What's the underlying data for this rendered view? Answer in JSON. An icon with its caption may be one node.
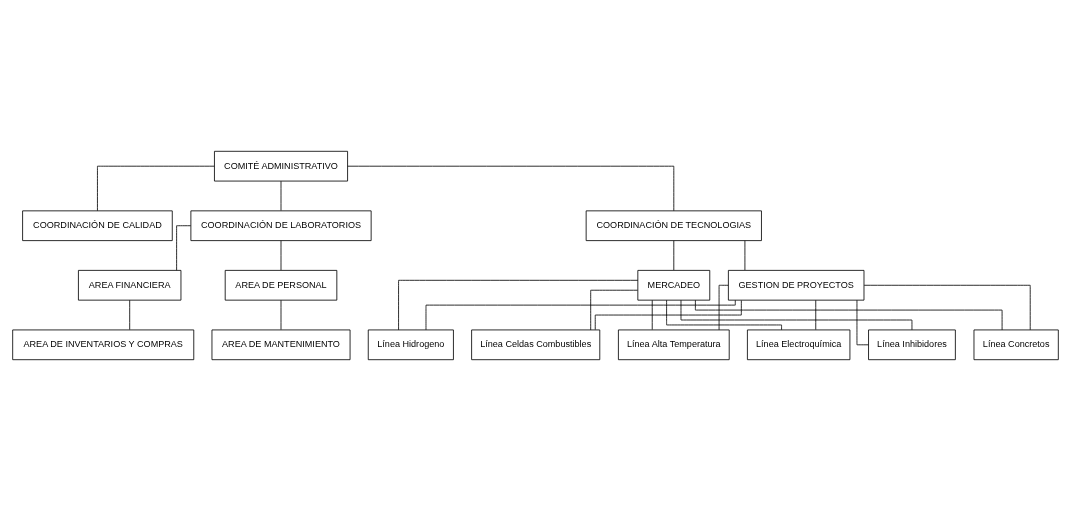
{
  "diagram": {
    "nodes": [
      {
        "text": [
          "COMITÉ ADMINISTRATIVO"
        ]
      },
      {
        "text": [
          "COORDINACIÓN DE CALIDAD"
        ]
      },
      {
        "text": [
          "COORDINACIÓN DE LABORATORIOS"
        ]
      },
      {
        "text": [
          "COORDINACIÓN DE TECNOLOGIAS"
        ]
      },
      {
        "text": [
          "AREA FINANCIERA"
        ]
      },
      {
        "text": [
          "AREA DE PERSONAL"
        ]
      },
      {
        "text": [
          "MERCADEO"
        ]
      },
      {
        "text": [
          "GESTION DE PROYECTOS"
        ]
      },
      {
        "text": [
          "AREA DE INVENTARIOS Y COMPRAS"
        ]
      },
      {
        "text": [
          "AREA DE MANTENIMIENTO"
        ]
      },
      {
        "text": [
          "Línea Hidrogeno"
        ]
      },
      {
        "text": [
          "Línea Celdas Combustibles"
        ]
      },
      {
        "text": [
          "Línea Alta Temperatura"
        ]
      },
      {
        "text": [
          "Línea Electroquímica"
        ]
      },
      {
        "text": [
          "Línea Inhibidores"
        ]
      },
      {
        "text": [
          "Línea Concretos"
        ]
      }
    ],
    "edges": [
      {
        "from": 0,
        "to": 1,
        "arrow": "none"
      },
      {
        "from": 0,
        "to": 2,
        "arrow": "none"
      },
      {
        "from": 0,
        "to": 3,
        "arrow": "none"
      },
      {
        "from": 2,
        "to": 4,
        "arrow": "none"
      },
      {
        "from": 2,
        "to": 5,
        "arrow": "none"
      },
      {
        "from": 3,
        "to": 6,
        "arrow": "none"
      },
      {
        "from": 3,
        "to": 7,
        "arrow": "none"
      },
      {
        "from": 4,
        "to": 8,
        "arrow": "none"
      },
      {
        "from": 5,
        "to": 9,
        "arrow": "none"
      },
      {
        "from": 6,
        "to": 10,
        "arrow": "none"
      },
      {
        "from": 6,
        "to": 11,
        "arrow": "none"
      },
      {
        "from": 6,
        "to": 12,
        "arrow": "none"
      },
      {
        "from": 6,
        "to": 13,
        "arrow": "none"
      },
      {
        "from": 6,
        "to": 14,
        "arrow": "none"
      },
      {
        "from": 6,
        "to": 15,
        "arrow": "none"
      },
      {
        "from": 7,
        "to": 10,
        "arrow": "none"
      },
      {
        "from": 7,
        "to": 11,
        "arrow": "none"
      },
      {
        "from": 7,
        "to": 12,
        "arrow": "none"
      },
      {
        "from": 7,
        "to": 13,
        "arrow": "none"
      },
      {
        "from": 7,
        "to": 14,
        "arrow": "none"
      },
      {
        "from": 7,
        "to": 15,
        "arrow": "none"
      }
    ]
  }
}
